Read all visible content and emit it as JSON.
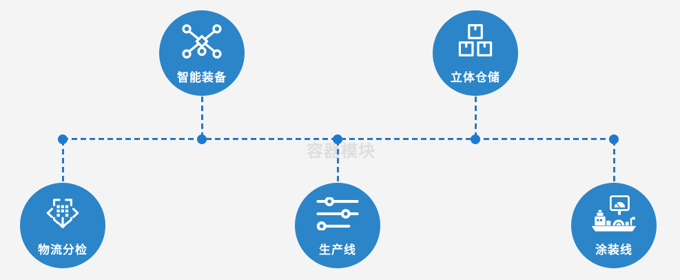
{
  "watermark": "容器模块",
  "colors": {
    "background": "#f4f4f5",
    "circle_fill": "#2b85c8",
    "connector_dash": "#2577c5",
    "junction_dot": "#1e79d0",
    "icon_and_label": "#ffffff"
  },
  "nodes": [
    {
      "label": "智能装备",
      "icon": "network-nodes-icon",
      "position": "top-left"
    },
    {
      "label": "立体仓储",
      "icon": "stacked-boxes-icon",
      "position": "top-right"
    },
    {
      "label": "物流分检",
      "icon": "sort-dispatch-icon",
      "position": "bottom-left"
    },
    {
      "label": "生产线",
      "icon": "sliders-icon",
      "position": "bottom-center"
    },
    {
      "label": "涂装线",
      "icon": "machine-console-icon",
      "position": "bottom-right"
    }
  ]
}
